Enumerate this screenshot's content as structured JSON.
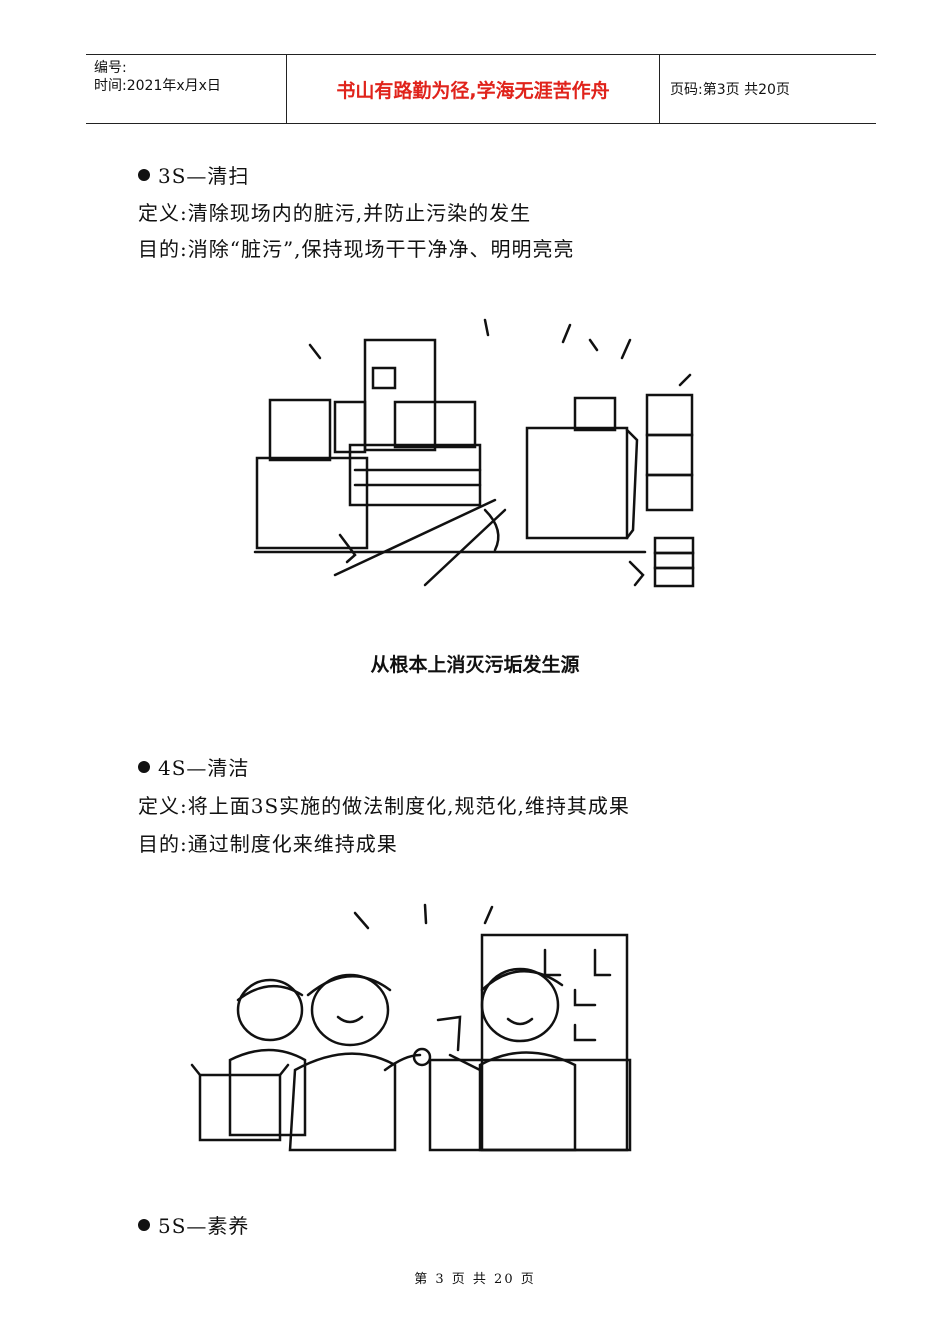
{
  "header": {
    "number_label": "编号:",
    "time_label": "时间:2021年x月x日",
    "motto": "书山有路勤为径,学海无涯苦作舟",
    "page_info": "页码:第3页  共20页"
  },
  "section_3s": {
    "title": "3S—清扫",
    "definition": "定义:清除现场内的脏污,并防止污染的发生",
    "purpose": "目的:消除“脏污”,保持现场干干净净、明明亮亮",
    "caption": "从根本上消灭污垢发生源"
  },
  "section_4s": {
    "title": "4S—清洁",
    "definition": "定义:将上面3S实施的做法制度化,规范化,维持其成果",
    "purpose": "目的:通过制度化来维持成果"
  },
  "section_5s": {
    "title": "5S—素养"
  },
  "footer": {
    "page": "第 3 页 共 20 页"
  },
  "colors": {
    "motto": "#e0231b",
    "text": "#111111"
  },
  "illustrations": {
    "cleaning_scene": "line-drawing of clean factory machines and stacked boxes",
    "standardization_scene": "line-drawing of three workers beside a tool board"
  }
}
